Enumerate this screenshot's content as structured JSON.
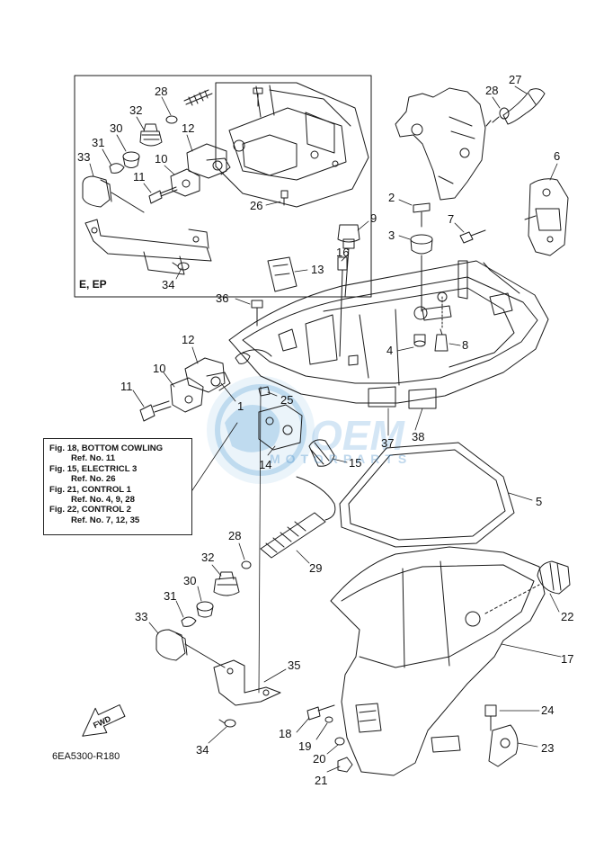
{
  "diagram": {
    "inset_label": "E, EP",
    "drawing_code": "6EA5300-R180",
    "fwd_label": "FWD",
    "watermark": "MOTORPARTS",
    "reference_box": [
      {
        "fig": "Fig. 18, BOTTOM COWLING",
        "ref": "Ref. No. 11"
      },
      {
        "fig": "Fig. 15, ELECTRICL 3",
        "ref": "Ref. No. 26"
      },
      {
        "fig": "Fig. 21, CONTROL 1",
        "ref": "Ref. No. 4, 9, 28"
      },
      {
        "fig": "Fig. 22, CONTROL 2",
        "ref": "Ref. No. 7, 12, 35"
      }
    ],
    "callouts": {
      "n1": "1",
      "n2": "2",
      "n3": "3",
      "n4": "4",
      "n5": "5",
      "n6": "6",
      "n7": "7",
      "n8": "8",
      "n9": "9",
      "n10a": "10",
      "n10b": "10",
      "n11a": "11",
      "n11b": "11",
      "n12a": "12",
      "n12b": "12",
      "n13": "13",
      "n14": "14",
      "n15": "15",
      "n16": "16",
      "n17": "17",
      "n18": "18",
      "n19": "19",
      "n20": "20",
      "n21": "21",
      "n22": "22",
      "n23": "23",
      "n24": "24",
      "n25": "25",
      "n26": "26",
      "n27": "27",
      "n28a": "28",
      "n28b": "28",
      "n28c": "28",
      "n29": "29",
      "n30a": "30",
      "n30b": "30",
      "n31a": "31",
      "n31b": "31",
      "n32a": "32",
      "n32b": "32",
      "n33a": "33",
      "n33b": "33",
      "n34a": "34",
      "n34b": "34",
      "n35": "35",
      "n36": "36",
      "n37": "37",
      "n38": "38"
    },
    "colors": {
      "line": "#1a1a1a",
      "watermark": "#3b8fd0"
    }
  }
}
